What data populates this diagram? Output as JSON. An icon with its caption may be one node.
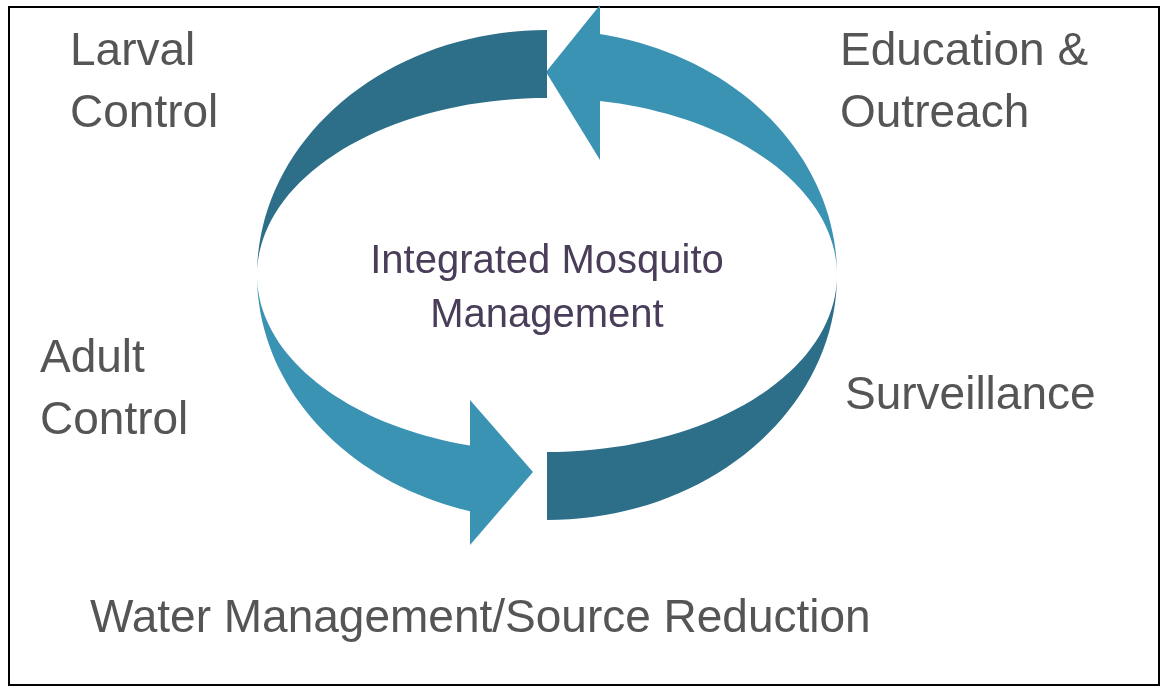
{
  "diagram": {
    "labels": [
      "Larval Control",
      "Education & Outreach",
      "Integrated Mosquito Management",
      "Adult Control",
      "Surveillance",
      "Water Management/Source Reduction"
    ]
  }
}
